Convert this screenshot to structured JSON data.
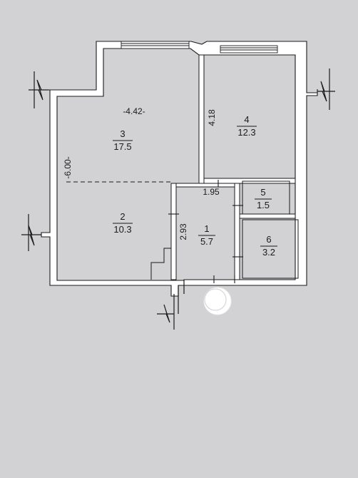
{
  "plan": {
    "rooms": [
      {
        "number": "3",
        "area": "17.5"
      },
      {
        "number": "4",
        "area": "12.3"
      },
      {
        "number": "2",
        "area": "10.3"
      },
      {
        "number": "1",
        "area": "5.7"
      },
      {
        "number": "5",
        "area": "1.5"
      },
      {
        "number": "6",
        "area": "3.2"
      }
    ],
    "dimensions": {
      "room3_width": "-4.42-",
      "room3_height": "-6.00-",
      "room4_height": "4.18",
      "hall_width": "1.95",
      "hall_height": "2.93"
    }
  },
  "colors": {
    "paper": "#d4d4d6",
    "wall": "#ffffff",
    "line": "#1b1b1b"
  }
}
